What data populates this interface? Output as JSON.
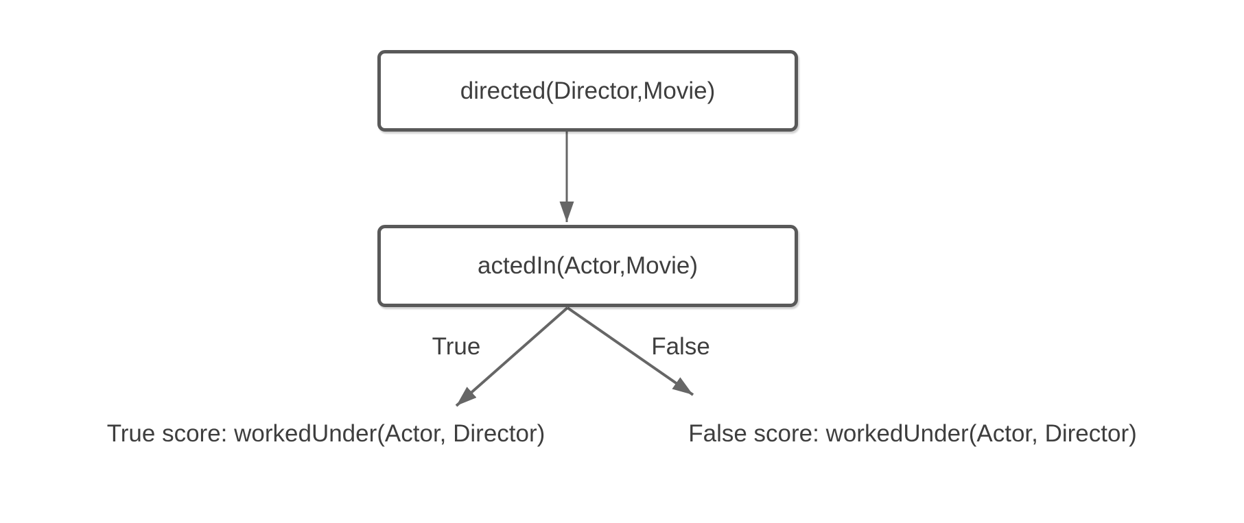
{
  "diagram": {
    "type": "decision-tree",
    "colors": {
      "background": "#ffffff",
      "node_border": "#595959",
      "node_fill": "#ffffff",
      "text": "#3e3e3e",
      "arrow": "#666666"
    },
    "nodes": [
      {
        "id": "root",
        "label": "directed(Director,Movie)"
      },
      {
        "id": "child",
        "label": "actedIn(Actor,Movie)"
      }
    ],
    "edges": [
      {
        "from": "root",
        "to": "child",
        "label": ""
      },
      {
        "from": "child",
        "to": "true_leaf",
        "label": "True"
      },
      {
        "from": "child",
        "to": "false_leaf",
        "label": "False"
      }
    ],
    "leaves": [
      {
        "id": "true_leaf",
        "label": "True score: workedUnder(Actor, Director)"
      },
      {
        "id": "false_leaf",
        "label": "False score: workedUnder(Actor, Director)"
      }
    ]
  }
}
